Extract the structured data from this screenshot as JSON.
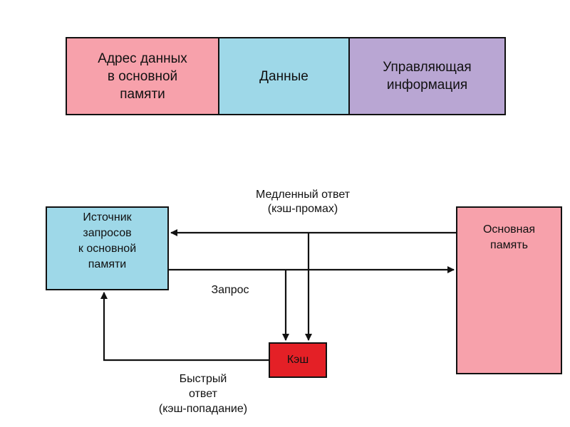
{
  "cache_line_format": {
    "fields": [
      {
        "lines": [
          "Адрес данных",
          "в основной",
          "памяти"
        ],
        "color": "#f7a1ab"
      },
      {
        "lines": [
          "Данные"
        ],
        "color": "#9ed8e8"
      },
      {
        "lines": [
          "Управляющая",
          "информация"
        ],
        "color": "#b9a6d3"
      }
    ]
  },
  "diagram": {
    "source": {
      "lines": [
        "Источник",
        "запросов",
        "к основной",
        "памяти"
      ],
      "color": "#9ed8e8"
    },
    "main_memory": {
      "lines": [
        "Основная",
        "память"
      ],
      "color": "#f7a1ab"
    },
    "cache": {
      "label": "Кэш",
      "color": "#e42026"
    },
    "labels": {
      "slow_response": [
        "Медленный ответ",
        "(кэш-промах)"
      ],
      "request": "Запрос",
      "fast_response": [
        "Быстрый",
        "ответ",
        "(кэш-попадание)"
      ]
    }
  }
}
